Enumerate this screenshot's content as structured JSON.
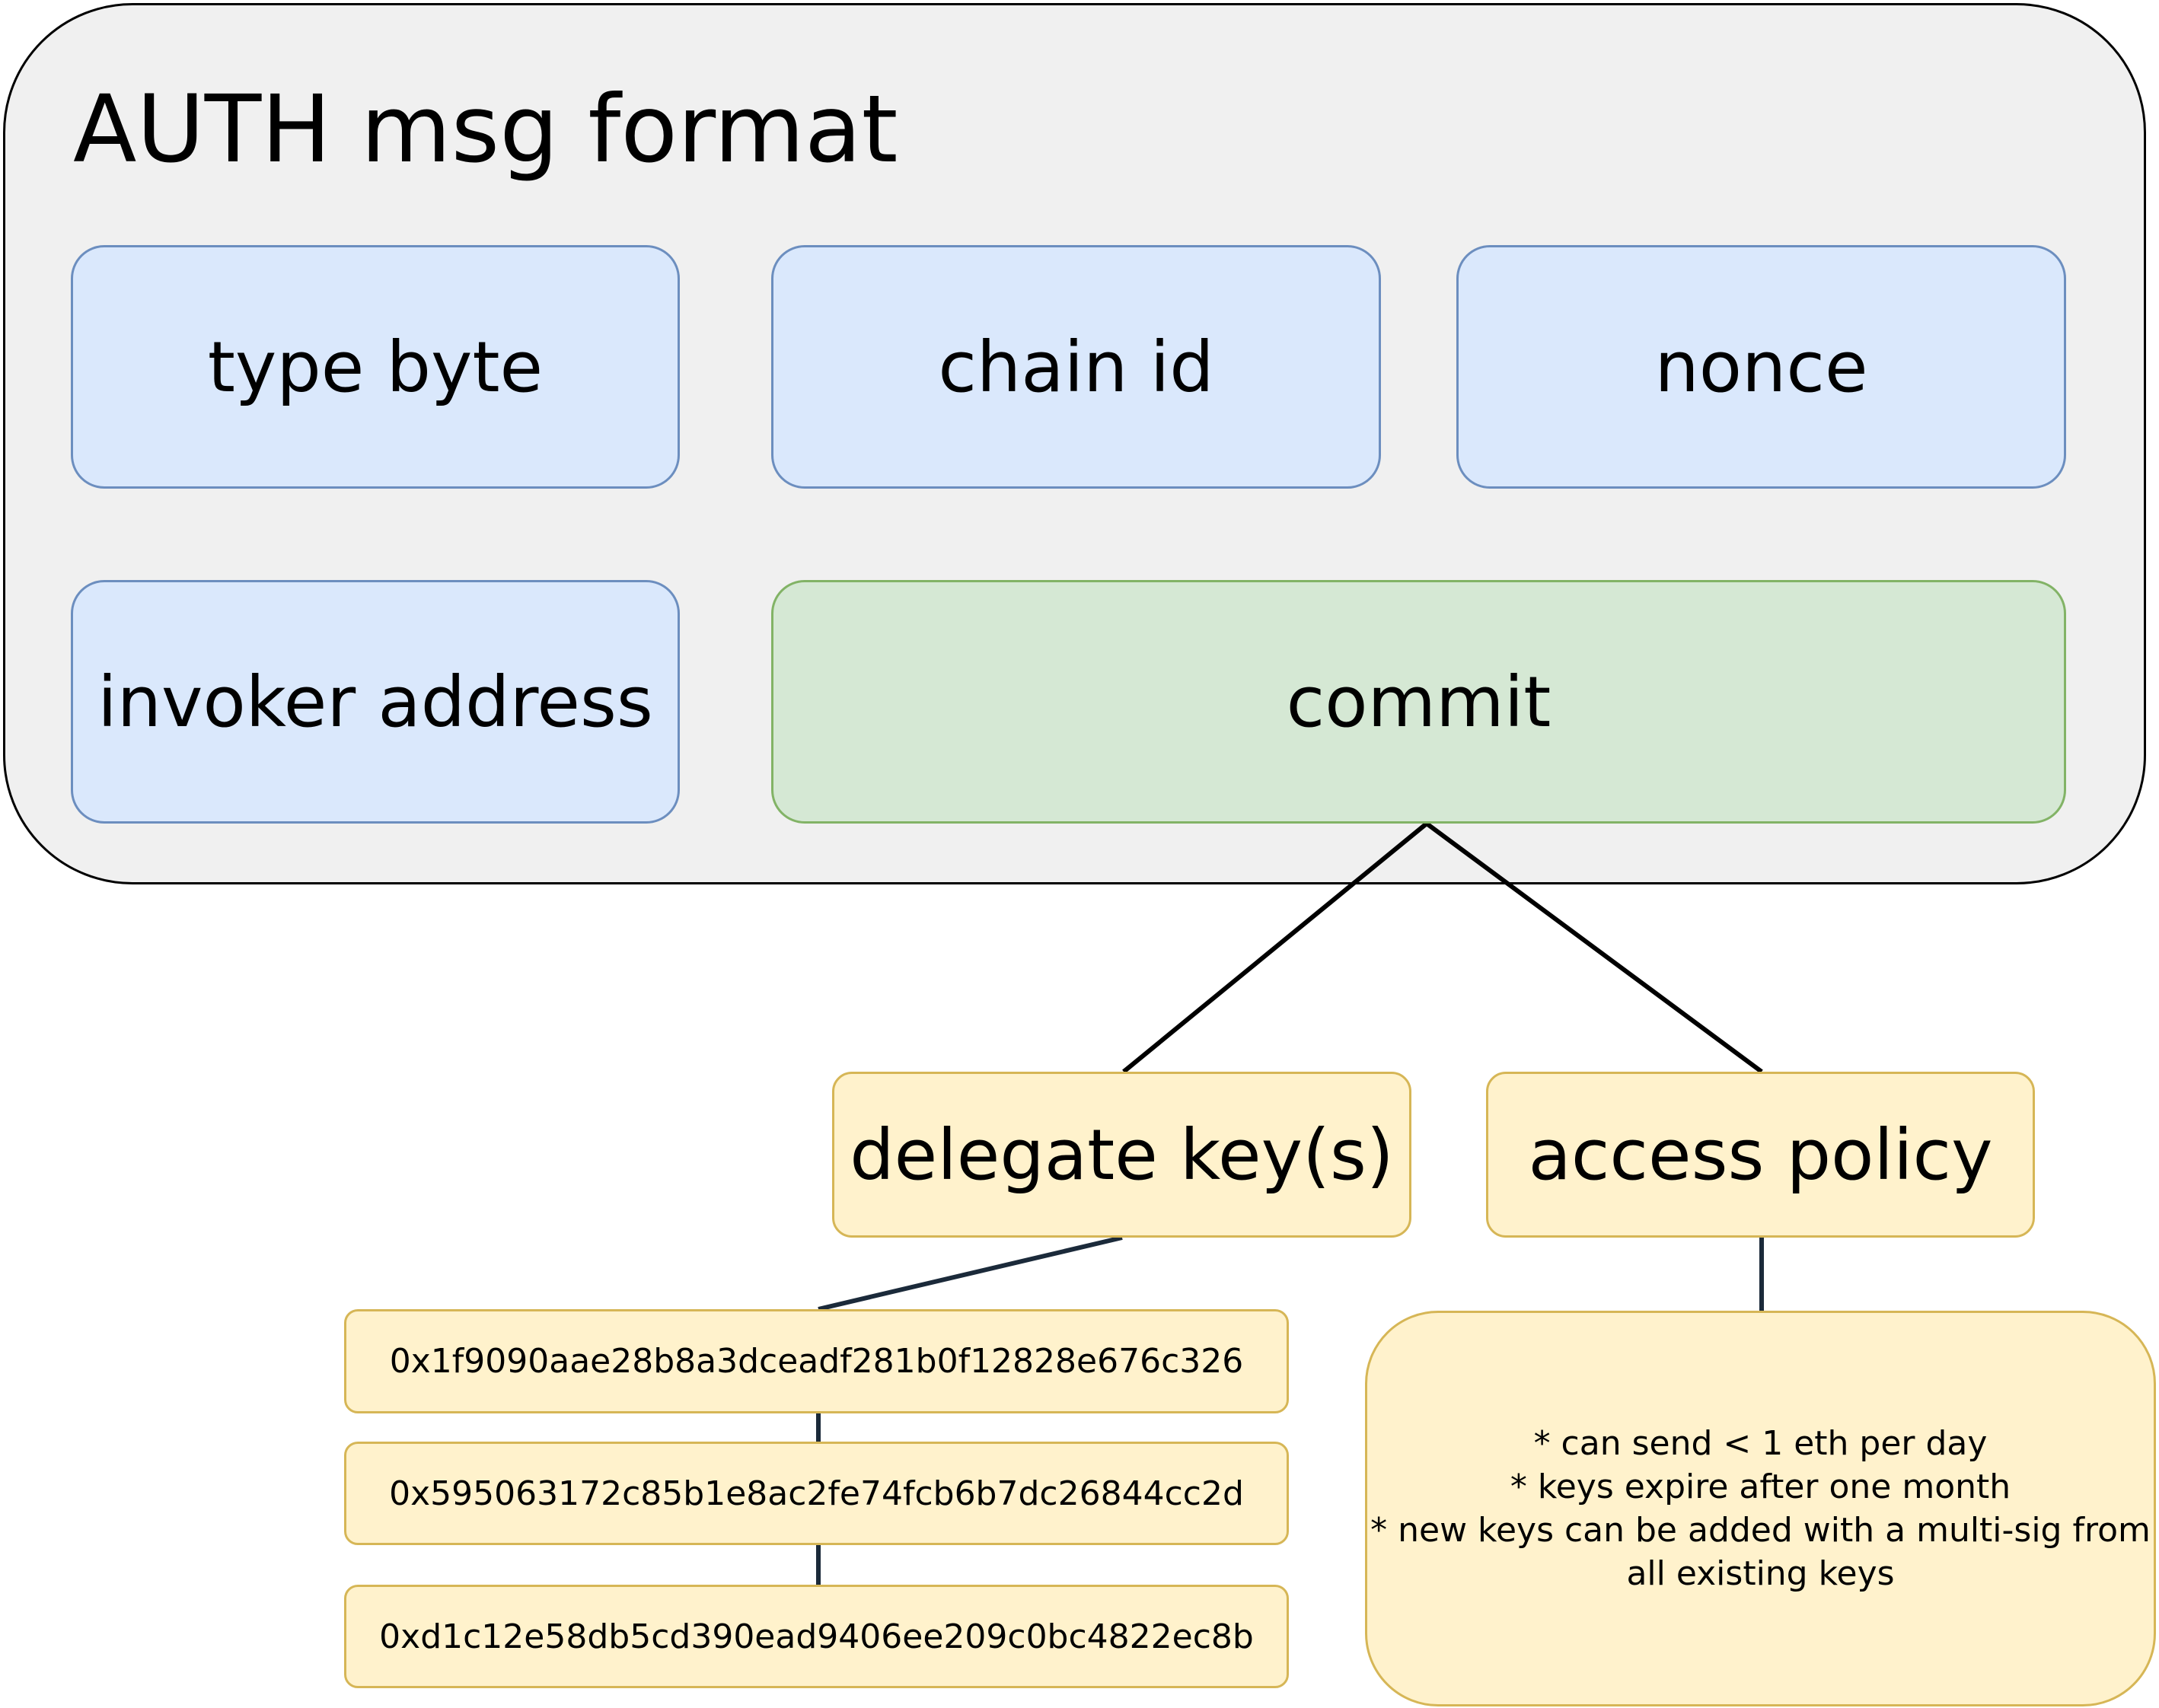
{
  "diagram": {
    "title": "AUTH msg format",
    "fields": {
      "type_byte": "type byte",
      "chain_id": "chain id",
      "nonce": "nonce",
      "invoker_address": "invoker address",
      "commit": "commit"
    },
    "commit_children": {
      "delegate_keys": "delegate key(s)",
      "access_policy": "access policy"
    },
    "delegate_key_list": [
      "0x1f9090aae28b8a3dceadf281b0f12828e676c326",
      "0x595063172c85b1e8ac2fe74fcb6b7dc26844cc2d",
      "0xd1c12e58db5cd390ead9406ee209c0bc4822ec8b"
    ],
    "policy_lines": [
      "* can send < 1 eth per day",
      "* keys expire after one month",
      "* new keys can be added with a multi-sig from",
      "all existing keys"
    ]
  },
  "colors": {
    "container_fill": "#f0f0f0",
    "blue_fill": "#dae8fc",
    "blue_stroke": "#6c8ebf",
    "green_fill": "#d5e8d4",
    "green_stroke": "#82b366",
    "yellow_fill": "#fff2cc",
    "yellow_stroke": "#d6b656",
    "connector_dark": "#000000",
    "connector_navy": "#1b2a3a"
  }
}
